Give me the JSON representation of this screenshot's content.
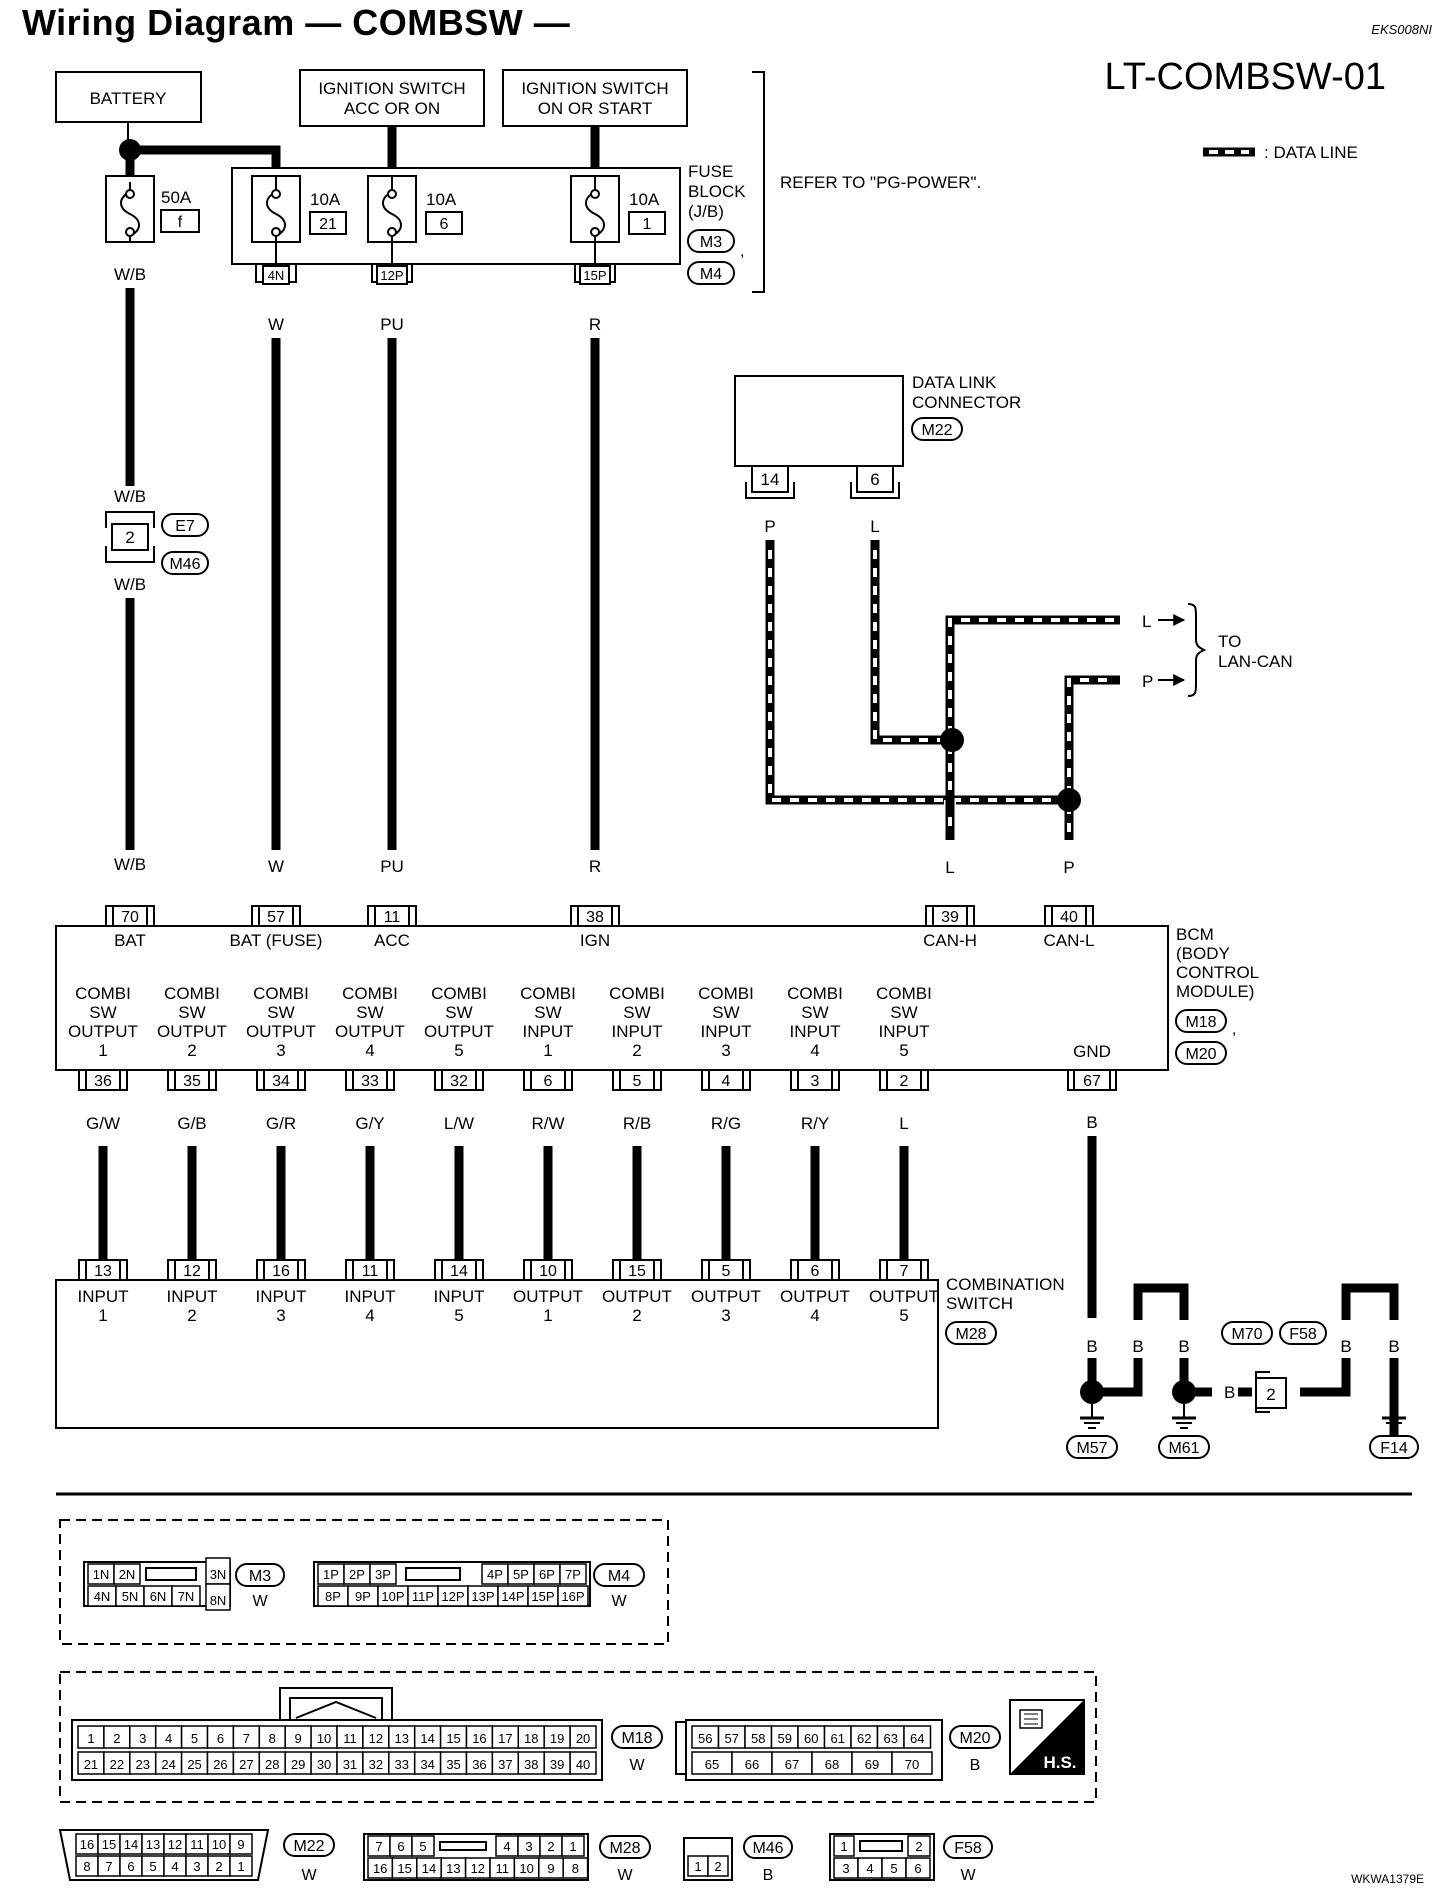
{
  "header": {
    "title": "Wiring Diagram — COMBSW —",
    "doc_code": "EKS008NI",
    "page_code": "LT-COMBSW-01",
    "figure_code": "WKWA1379E"
  },
  "legend": {
    "data_line": ": DATA LINE"
  },
  "power_sources": {
    "battery": "BATTERY",
    "ign_acc_l1": "IGNITION SWITCH",
    "ign_acc_l2": "ACC OR ON",
    "ign_on_l1": "IGNITION SWITCH",
    "ign_on_l2": "ON OR START"
  },
  "fuse_block": {
    "label_l1": "FUSE",
    "label_l2": "BLOCK",
    "label_l3": "(J/B)",
    "conn_a": "M3",
    "conn_b": "M4",
    "refer": "REFER TO \"PG-POWER\".",
    "fuse_main_amp": "50A",
    "fuse_main_id": "f",
    "fuses": [
      {
        "amp": "10A",
        "num": "21",
        "term": "4N"
      },
      {
        "amp": "10A",
        "num": "6",
        "term": "12P"
      },
      {
        "amp": "10A",
        "num": "1",
        "term": "15P"
      }
    ]
  },
  "wire_colors": {
    "wb": "W/B",
    "w": "W",
    "pu": "PU",
    "r": "R",
    "p": "P",
    "l": "L",
    "b": "B"
  },
  "inline_connector": {
    "pin": "2",
    "conn_a": "E7",
    "conn_b": "M46"
  },
  "dlc": {
    "label_l1": "DATA LINK",
    "label_l2": "CONNECTOR",
    "conn": "M22",
    "pin_a": "14",
    "pin_b": "6"
  },
  "lan": {
    "l1": "TO",
    "l2": "LAN-CAN"
  },
  "bcm": {
    "label_l1": "BCM",
    "label_l2": "(BODY",
    "label_l3": "CONTROL",
    "label_l4": "MODULE)",
    "conn_a": "M18",
    "conn_b": "M20",
    "top_pins": [
      {
        "pin": "70",
        "label": "BAT"
      },
      {
        "pin": "57",
        "label": "BAT (FUSE)"
      },
      {
        "pin": "11",
        "label": "ACC"
      },
      {
        "pin": "38",
        "label": "IGN"
      },
      {
        "pin": "39",
        "label": "CAN-H"
      },
      {
        "pin": "40",
        "label": "CAN-L"
      }
    ],
    "gnd_label": "GND",
    "gnd_pin": "67",
    "combi_word": "COMBI",
    "sw_word": "SW",
    "bottom": [
      {
        "kind": "OUTPUT",
        "n": "1",
        "pin": "36",
        "wire": "G/W",
        "sw_pin": "13",
        "sw_kind": "INPUT",
        "sw_n": "1"
      },
      {
        "kind": "OUTPUT",
        "n": "2",
        "pin": "35",
        "wire": "G/B",
        "sw_pin": "12",
        "sw_kind": "INPUT",
        "sw_n": "2"
      },
      {
        "kind": "OUTPUT",
        "n": "3",
        "pin": "34",
        "wire": "G/R",
        "sw_pin": "16",
        "sw_kind": "INPUT",
        "sw_n": "3"
      },
      {
        "kind": "OUTPUT",
        "n": "4",
        "pin": "33",
        "wire": "G/Y",
        "sw_pin": "11",
        "sw_kind": "INPUT",
        "sw_n": "4"
      },
      {
        "kind": "OUTPUT",
        "n": "5",
        "pin": "32",
        "wire": "L/W",
        "sw_pin": "14",
        "sw_kind": "INPUT",
        "sw_n": "5"
      },
      {
        "kind": "INPUT",
        "n": "1",
        "pin": "6",
        "wire": "R/W",
        "sw_pin": "10",
        "sw_kind": "OUTPUT",
        "sw_n": "1"
      },
      {
        "kind": "INPUT",
        "n": "2",
        "pin": "5",
        "wire": "R/B",
        "sw_pin": "15",
        "sw_kind": "OUTPUT",
        "sw_n": "2"
      },
      {
        "kind": "INPUT",
        "n": "3",
        "pin": "4",
        "wire": "R/G",
        "sw_pin": "5",
        "sw_kind": "OUTPUT",
        "sw_n": "3"
      },
      {
        "kind": "INPUT",
        "n": "4",
        "pin": "3",
        "wire": "R/Y",
        "sw_pin": "6",
        "sw_kind": "OUTPUT",
        "sw_n": "4"
      },
      {
        "kind": "INPUT",
        "n": "5",
        "pin": "2",
        "wire": "L",
        "sw_pin": "7",
        "sw_kind": "OUTPUT",
        "sw_n": "5"
      }
    ]
  },
  "combi_switch": {
    "label_l1": "COMBINATION",
    "label_l2": "SWITCH",
    "conn": "M28"
  },
  "grounds": {
    "g1": "M57",
    "g2": "M61",
    "g3": "F14",
    "joint_a": "M70",
    "joint_b": "F58",
    "joint_pin": "2"
  },
  "connector_views": {
    "m3": {
      "name": "M3",
      "color": "W",
      "row1": [
        "1N",
        "2N"
      ],
      "side": [
        "3N",
        "8N"
      ],
      "row2": [
        "4N",
        "5N",
        "6N",
        "7N"
      ]
    },
    "m4": {
      "name": "M4",
      "color": "W",
      "row1a": [
        "1P",
        "2P",
        "3P"
      ],
      "row1b": [
        "4P",
        "5P",
        "6P",
        "7P"
      ],
      "row2": [
        "8P",
        "9P",
        "10P",
        "11P",
        "12P",
        "13P",
        "14P",
        "15P",
        "16P"
      ]
    },
    "m18": {
      "name": "M18",
      "color": "W",
      "row1": [
        "1",
        "2",
        "3",
        "4",
        "5",
        "6",
        "7",
        "8",
        "9",
        "10",
        "11",
        "12",
        "13",
        "14",
        "15",
        "16",
        "17",
        "18",
        "19",
        "20"
      ],
      "row2": [
        "21",
        "22",
        "23",
        "24",
        "25",
        "26",
        "27",
        "28",
        "29",
        "30",
        "31",
        "32",
        "33",
        "34",
        "35",
        "36",
        "37",
        "38",
        "39",
        "40"
      ]
    },
    "m20": {
      "name": "M20",
      "color": "B",
      "row1": [
        "56",
        "57",
        "58",
        "59",
        "60",
        "61",
        "62",
        "63",
        "64"
      ],
      "row2": [
        "65",
        "66",
        "67",
        "68",
        "69",
        "70"
      ]
    },
    "hs": "H.S.",
    "m22": {
      "name": "M22",
      "color": "W",
      "row1": [
        "16",
        "15",
        "14",
        "13",
        "12",
        "11",
        "10",
        "9"
      ],
      "row2": [
        "8",
        "7",
        "6",
        "5",
        "4",
        "3",
        "2",
        "1"
      ]
    },
    "m28": {
      "name": "M28",
      "color": "W",
      "row1a": [
        "7",
        "6",
        "5"
      ],
      "row1b": [
        "4",
        "3",
        "2",
        "1"
      ],
      "row2": [
        "16",
        "15",
        "14",
        "13",
        "12",
        "11",
        "10",
        "9",
        "8"
      ]
    },
    "m46": {
      "name": "M46",
      "color": "B",
      "pins": [
        "1",
        "2"
      ]
    },
    "f58": {
      "name": "F58",
      "color": "W",
      "row1": [
        "1",
        "2"
      ],
      "row2": [
        "3",
        "4",
        "5",
        "6"
      ]
    }
  }
}
